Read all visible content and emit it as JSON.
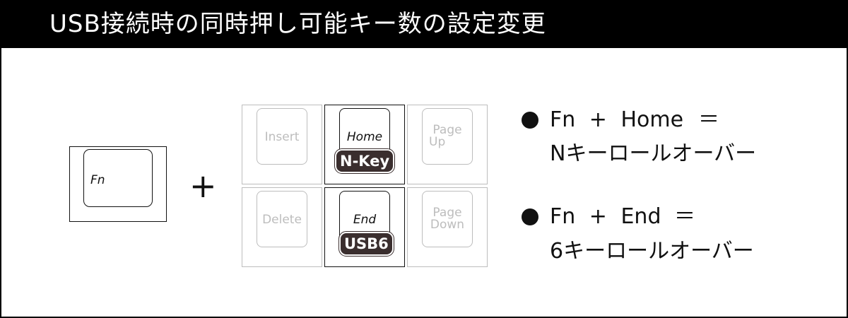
{
  "title": "USB接続時の同時押し可能キー数の設定変更",
  "modifier_key": {
    "label": "Fn"
  },
  "plus": "+",
  "keys": {
    "insert": {
      "label": "Insert"
    },
    "home": {
      "label": "Home",
      "badge": "N-Key"
    },
    "page_up": {
      "line1": "Page",
      "line2": "Up"
    },
    "delete": {
      "label": "Delete"
    },
    "end": {
      "label": "End",
      "badge": "USB6"
    },
    "page_down": {
      "line1": "Page",
      "line2": "Down"
    }
  },
  "descriptions": [
    {
      "combo": "Fn + Home",
      "equals": "＝",
      "result": "Nキーロールオーバー"
    },
    {
      "combo": "Fn + End",
      "equals": "＝",
      "result": "6キーロールオーバー"
    }
  ],
  "colors": {
    "active": "#111111",
    "inactive": "#bdbdbd",
    "badge_bg": "#3a2e2e",
    "title_bg": "#000000"
  }
}
